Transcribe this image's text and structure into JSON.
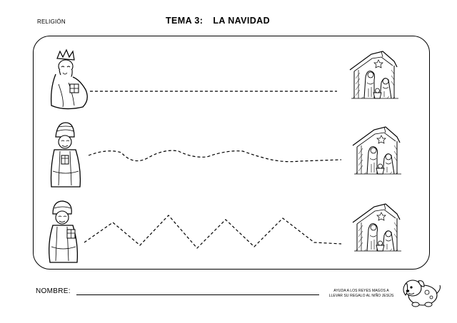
{
  "header": {
    "subject": "RELIGIÓN",
    "topic": "TEMA 3:",
    "topic_title": "LA NAVIDAD"
  },
  "rows": [
    {
      "figure": "king-icon",
      "path_style": "straight dashed line",
      "target": "nativity-icon"
    },
    {
      "figure": "king-icon",
      "path_style": "wavy dashed line",
      "target": "nativity-icon"
    },
    {
      "figure": "king-icon",
      "path_style": "zigzag dashed line",
      "target": "nativity-icon"
    }
  ],
  "footer": {
    "name_label": "NOMBRE:",
    "instructions_line1": "AYUDA A LOS REYES MAGOS A",
    "instructions_line2": "LLEVAR SU REGALO AL NIÑO JESÚS",
    "mascot_icon": "cartoon-dog-icon"
  },
  "colors": {
    "ink": "#000000",
    "paper": "#ffffff"
  }
}
